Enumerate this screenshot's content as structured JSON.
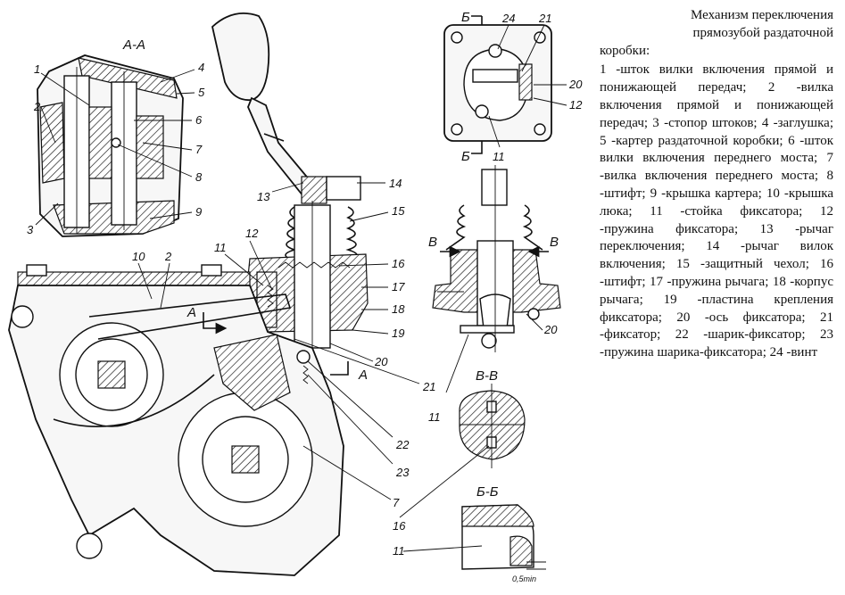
{
  "caption": {
    "title_lines": [
      "Механизм переключения",
      "прямозубой раздаточной",
      "коробки:"
    ],
    "legend": "1 -шток вилки включения прямой и понижающей передач; 2 -вилка включения прямой и понижающей передач; 3 -стопор штоков; 4 -заглушка; 5 -картер раздаточной коробки; 6 -шток вилки включения переднего моста; 7 -вилка включения переднего моста; 8 -штифт; 9 -крышка картера; 10 -крышка люка; 11 -стойка фиксатора; 12 -пружина фиксатора; 13 -рычаг переключения; 14 -рычаг вилок включения; 15 -защитный чехол; 16 -штифт; 17 -пружина рычага; 18 -корпус рычага; 19 -пластина крепления фиксатора; 20 -ось фиксатора; 21 -фиксатор; 22 -шарик-фиксатор; 23 -пружина шарика-фиксатора; 24 -винт"
  },
  "sections": {
    "aa": "А-А",
    "bb": "Б-Б",
    "vv": "В-В",
    "b_letter": "Б",
    "v_letter": "В",
    "a_letter": "А"
  },
  "callouts": {
    "n1": "1",
    "n2": "2",
    "n3": "3",
    "n4": "4",
    "n5": "5",
    "n6": "6",
    "n7": "7",
    "n8": "8",
    "n9": "9",
    "n10": "10",
    "n11": "11",
    "n12": "12",
    "n13": "13",
    "n14": "14",
    "n15": "15",
    "n16": "16",
    "n17": "17",
    "n18": "18",
    "n19": "19",
    "n20": "20",
    "n21": "21",
    "n22": "22",
    "n23": "23",
    "n24": "24"
  },
  "dimension": "0,5min"
}
